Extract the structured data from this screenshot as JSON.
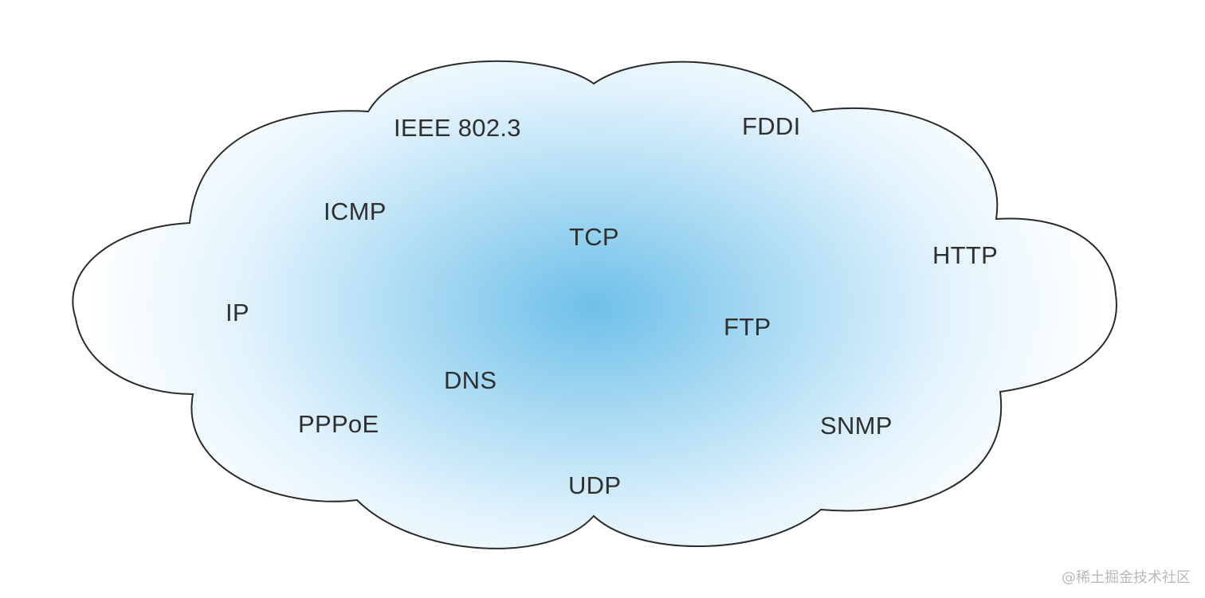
{
  "diagram": {
    "protocols": [
      "IEEE 802.3",
      "FDDI",
      "ICMP",
      "TCP",
      "HTTP",
      "IP",
      "FTP",
      "DNS",
      "PPPoE",
      "SNMP",
      "UDP"
    ]
  },
  "watermark": "@稀土掘金技术社区",
  "colors": {
    "cloud_center": "#6ec0ea",
    "cloud_edge": "#ffffff",
    "outline": "#2b2b2b",
    "text": "#2f2f2f"
  }
}
